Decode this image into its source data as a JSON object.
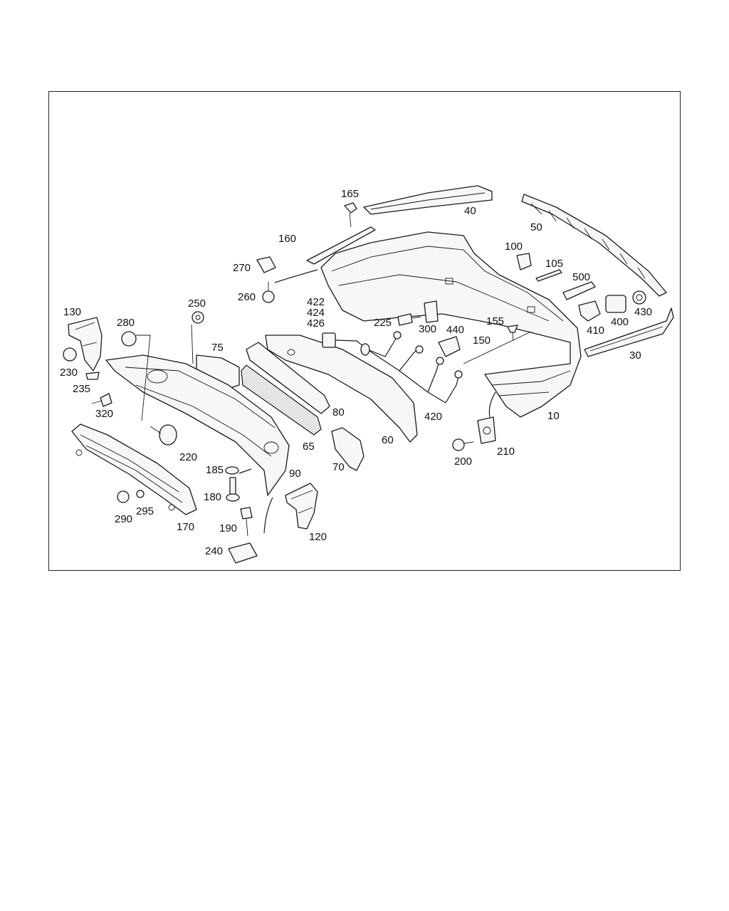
{
  "diagram": {
    "callouts": [
      {
        "id": "c10",
        "text": "10"
      },
      {
        "id": "c30",
        "text": "30"
      },
      {
        "id": "c40",
        "text": "40"
      },
      {
        "id": "c50",
        "text": "50"
      },
      {
        "id": "c60",
        "text": "60"
      },
      {
        "id": "c65",
        "text": "65"
      },
      {
        "id": "c70",
        "text": "70"
      },
      {
        "id": "c75",
        "text": "75"
      },
      {
        "id": "c80",
        "text": "80"
      },
      {
        "id": "c90",
        "text": "90"
      },
      {
        "id": "c100",
        "text": "100"
      },
      {
        "id": "c105",
        "text": "105"
      },
      {
        "id": "c120",
        "text": "120"
      },
      {
        "id": "c130",
        "text": "130"
      },
      {
        "id": "c150",
        "text": "150"
      },
      {
        "id": "c155",
        "text": "155"
      },
      {
        "id": "c160",
        "text": "160"
      },
      {
        "id": "c165",
        "text": "165"
      },
      {
        "id": "c170",
        "text": "170"
      },
      {
        "id": "c180",
        "text": "180"
      },
      {
        "id": "c185",
        "text": "185"
      },
      {
        "id": "c190",
        "text": "190"
      },
      {
        "id": "c200",
        "text": "200"
      },
      {
        "id": "c210",
        "text": "210"
      },
      {
        "id": "c220",
        "text": "220"
      },
      {
        "id": "c225",
        "text": "225"
      },
      {
        "id": "c230",
        "text": "230"
      },
      {
        "id": "c235",
        "text": "235"
      },
      {
        "id": "c240",
        "text": "240"
      },
      {
        "id": "c250",
        "text": "250"
      },
      {
        "id": "c260",
        "text": "260"
      },
      {
        "id": "c270",
        "text": "270"
      },
      {
        "id": "c280",
        "text": "280"
      },
      {
        "id": "c290",
        "text": "290"
      },
      {
        "id": "c295",
        "text": "295"
      },
      {
        "id": "c300",
        "text": "300"
      },
      {
        "id": "c320",
        "text": "320"
      },
      {
        "id": "c400",
        "text": "400"
      },
      {
        "id": "c410",
        "text": "410"
      },
      {
        "id": "c420",
        "text": "420"
      },
      {
        "id": "c422",
        "text": "422"
      },
      {
        "id": "c424",
        "text": "424"
      },
      {
        "id": "c426",
        "text": "426"
      },
      {
        "id": "c430",
        "text": "430"
      },
      {
        "id": "c440",
        "text": "440"
      },
      {
        "id": "c500",
        "text": "500"
      }
    ]
  }
}
